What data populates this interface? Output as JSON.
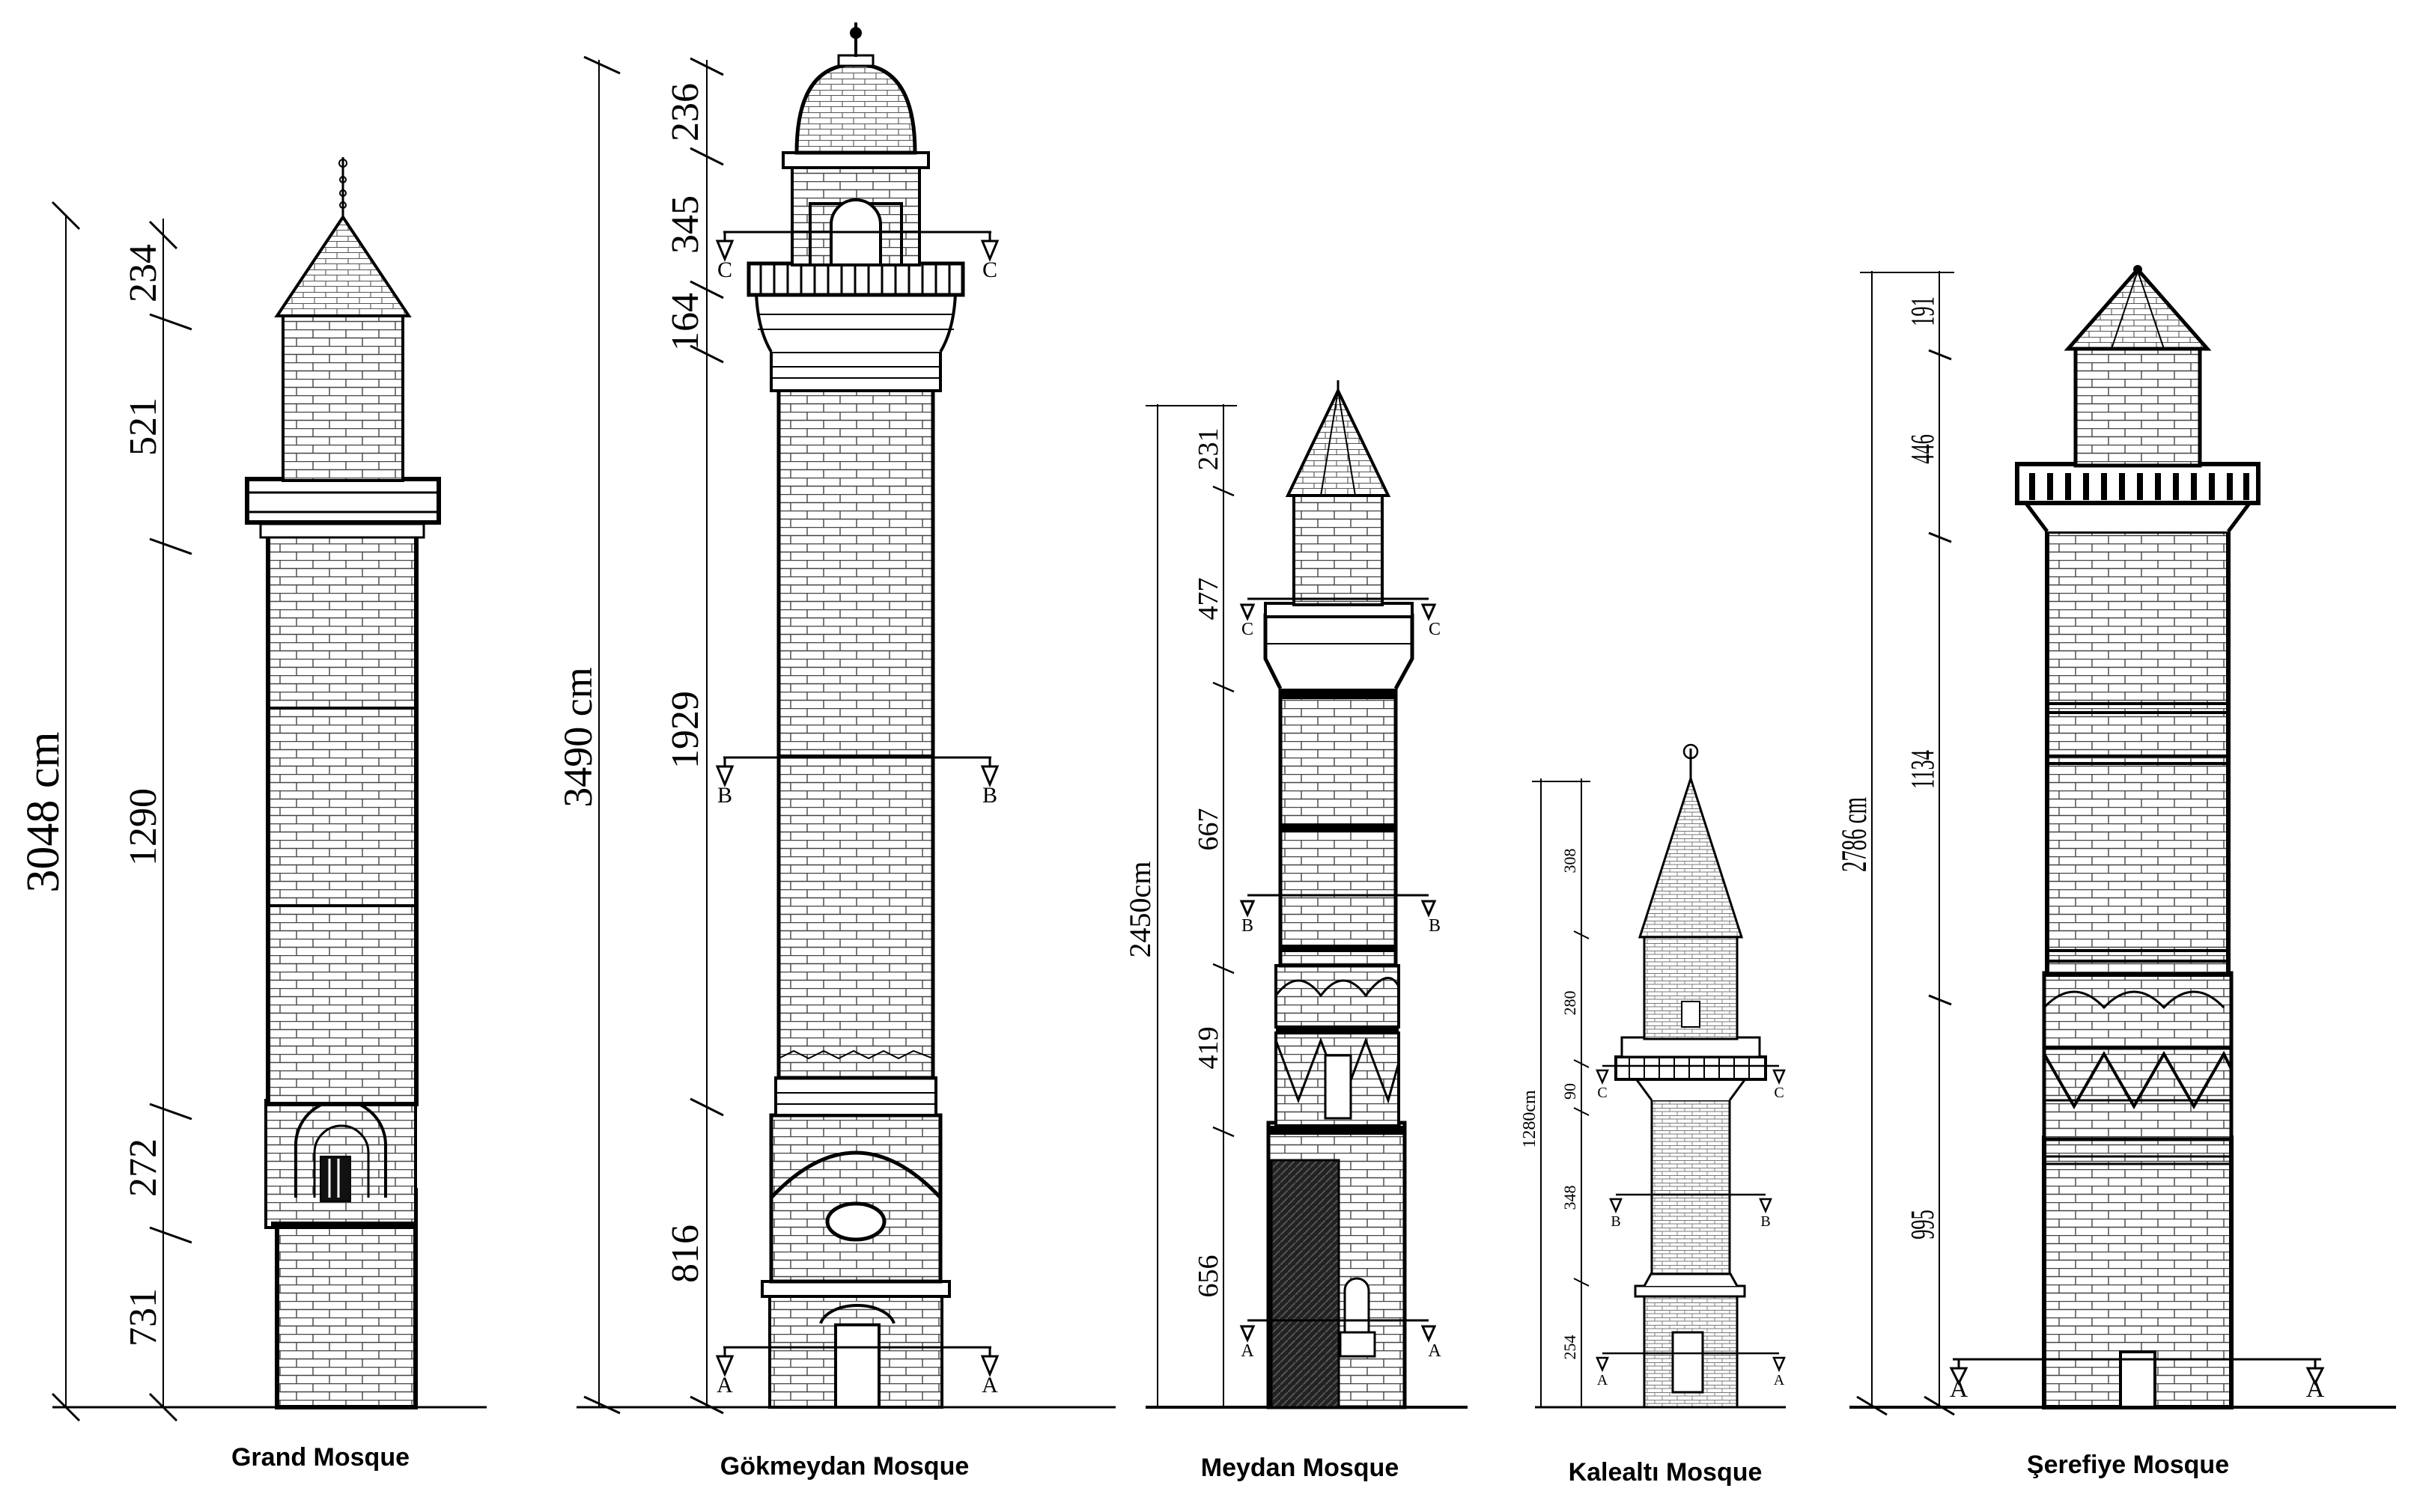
{
  "minarets": [
    {
      "name": "Grand Mosque",
      "total": "3048 cm",
      "segments": [
        "234",
        "521",
        "1290",
        "272",
        "731"
      ],
      "markers": []
    },
    {
      "name": "Gökmeydan Mosque",
      "total": "3490 cm",
      "segments": [
        "236",
        "345",
        "164",
        "1929",
        "816"
      ],
      "markers": [
        "C",
        "B",
        "A"
      ]
    },
    {
      "name": "Meydan Mosque",
      "total": "2450cm",
      "segments": [
        "231",
        "477",
        "667",
        "419",
        "656"
      ],
      "markers": [
        "C",
        "B",
        "A"
      ]
    },
    {
      "name": "Kalealtı Mosque",
      "total": "1280cm",
      "segments": [
        "308",
        "280",
        "90",
        "348",
        "254"
      ],
      "markers": [
        "C",
        "B",
        "A"
      ]
    },
    {
      "name": "Şerefiye Mosque",
      "total": "2786 cm",
      "segments": [
        "191",
        "446",
        "1134",
        "995"
      ],
      "markers": [
        "A"
      ]
    }
  ]
}
